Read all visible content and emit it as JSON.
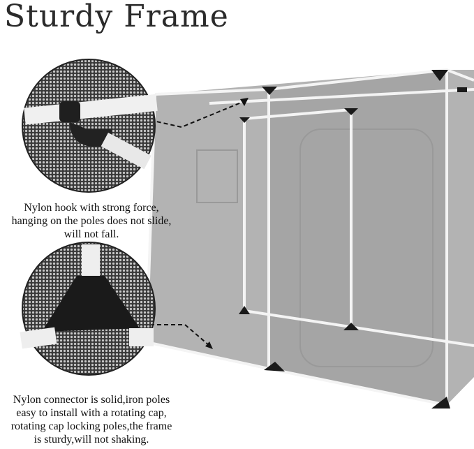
{
  "title": "Sturdy Frame",
  "captions": {
    "hook": [
      "Nylon hook with strong force,",
      "hanging on the poles does not slide,",
      "will not fall."
    ],
    "connector": [
      "Nylon connector is solid,iron poles",
      "easy to install with a rotating cap,",
      "rotating cap locking poles,the frame",
      "is sturdy,will not shaking."
    ]
  },
  "colors": {
    "tent": "#a9a9a9",
    "pole": "#f4f4f4",
    "connector": "#1a1a1a",
    "text": "#111111"
  }
}
